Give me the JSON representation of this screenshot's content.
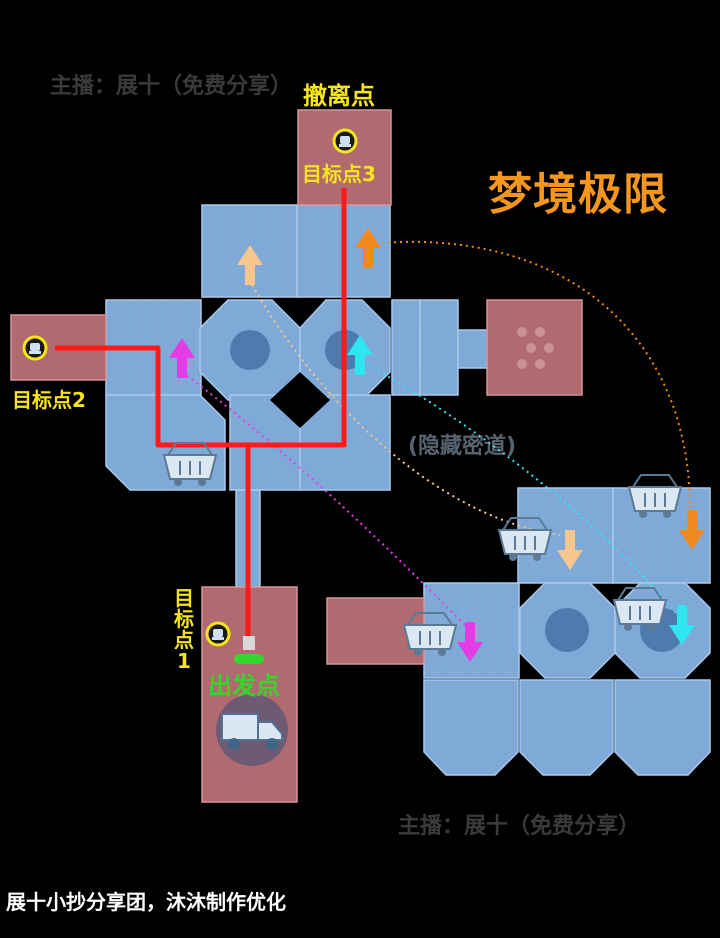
{
  "title": "梦境极限",
  "labels": {
    "extraction": "撤离点",
    "target1": "目标点1",
    "target2": "目标点2",
    "target3": "目标点3",
    "start": "出发点",
    "hidden_passage": "(隐藏密道)"
  },
  "watermarks": [
    "主播：展十（免费分享）",
    "主播：展十（免费分享）"
  ],
  "footer": "展十小抄分享团，沐沐制作优化",
  "colors": {
    "route": "#ff1a1a",
    "label_yellow": "#f6e51a",
    "title_orange": "#f5961e",
    "start_green": "#35d62a",
    "room_blue": "#7fa9d6",
    "room_red": "#b06a70",
    "arrow_orange": "#f08a1e",
    "arrow_peach": "#f6c68e",
    "arrow_magenta": "#e63ce8",
    "arrow_cyan": "#2ee6f0"
  },
  "icons": [
    "target-marker-icon",
    "mine-cart-icon",
    "truck-icon",
    "arrow-up-icon",
    "arrow-down-icon"
  ]
}
